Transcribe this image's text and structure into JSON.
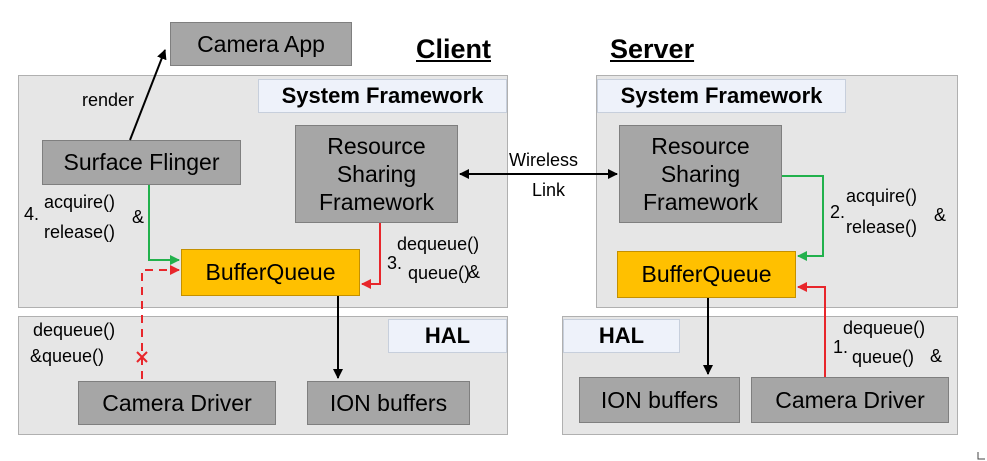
{
  "headings": {
    "client": "Client",
    "server": "Server"
  },
  "client": {
    "camera_app": "Camera App",
    "render_label": "render",
    "system_framework": "System Framework",
    "surface_flinger": "Surface Flinger",
    "resource_sharing": [
      "Resource",
      "Sharing",
      "Framework"
    ],
    "buffer_queue": "BufferQueue",
    "hal": "HAL",
    "camera_driver": "Camera Driver",
    "ion_buffers": "ION buffers",
    "step4": {
      "num": "4.",
      "line1": "acquire()",
      "amp": "&",
      "line2": "release()"
    },
    "step3": {
      "num": "3.",
      "line1": "dequeue()",
      "line2": "queue()",
      "amp": "&"
    },
    "blocked": {
      "line1": "dequeue()",
      "line2": "&queue()",
      "mark": "×"
    }
  },
  "link": {
    "line1": "Wireless",
    "line2": "Link"
  },
  "server": {
    "system_framework": "System Framework",
    "resource_sharing": [
      "Resource",
      "Sharing",
      "Framework"
    ],
    "buffer_queue": "BufferQueue",
    "hal": "HAL",
    "ion_buffers": "ION buffers",
    "camera_driver": "Camera Driver",
    "step2": {
      "num": "2.",
      "line1": "acquire()",
      "amp": "&",
      "line2": "release()"
    },
    "step1": {
      "num": "1.",
      "line1": "dequeue()",
      "line2": "queue()",
      "amp": "&"
    }
  },
  "colors": {
    "green": "#22b14c",
    "red": "#e8262b",
    "yellow": "#ffc000",
    "gray_box": "#a6a6a6",
    "panel": "#e6e6e6"
  }
}
